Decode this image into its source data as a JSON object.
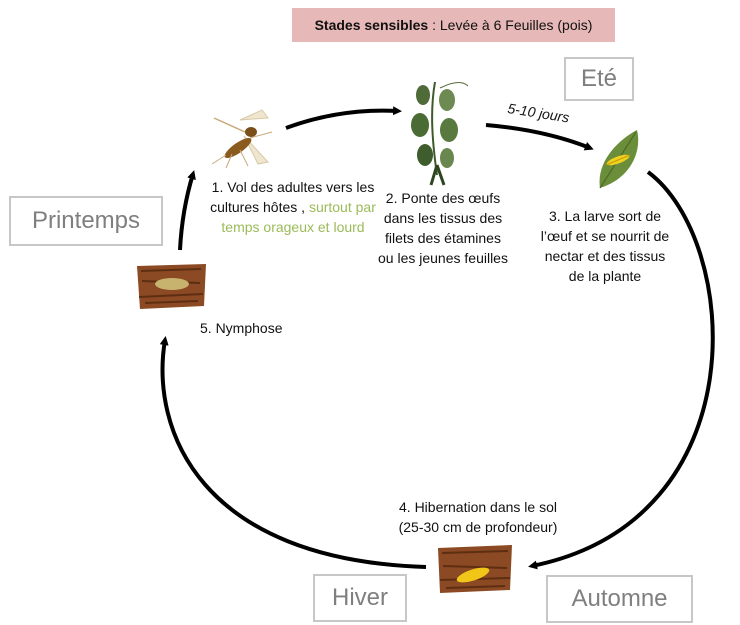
{
  "banner": {
    "label": "Stades sensibles",
    "separator": " : ",
    "value": "Levée à 6 Feuilles (pois)",
    "background": "#e6b8b7"
  },
  "seasons": {
    "summer": "Eté",
    "spring": "Printemps",
    "winter": "Hiver",
    "autumn": "Automne"
  },
  "duration_label": "5-10 jours",
  "steps": {
    "step1": {
      "text": "1. Vol des adultes vers les cultures hôtes ,",
      "highlight": "surtout par temps orageux et lourd",
      "highlight_color": "#9bbb59"
    },
    "step2": {
      "text": "2. Ponte des œufs dans les tissus des filets des étamines ou les jeunes feuilles"
    },
    "step3": {
      "text": "3. La larve sort de l’œuf et se nourrit  de nectar et des tissus de la plante"
    },
    "step4": {
      "line1": "4. Hibernation dans le sol",
      "line2": "(25-30 cm de profondeur)"
    },
    "step5": {
      "text": "5. Nymphose"
    }
  },
  "icons": [
    "fly-icon",
    "pea-plant-icon",
    "larva-on-leaf-icon",
    "soil-pupa-icon",
    "soil-larva-icon"
  ]
}
